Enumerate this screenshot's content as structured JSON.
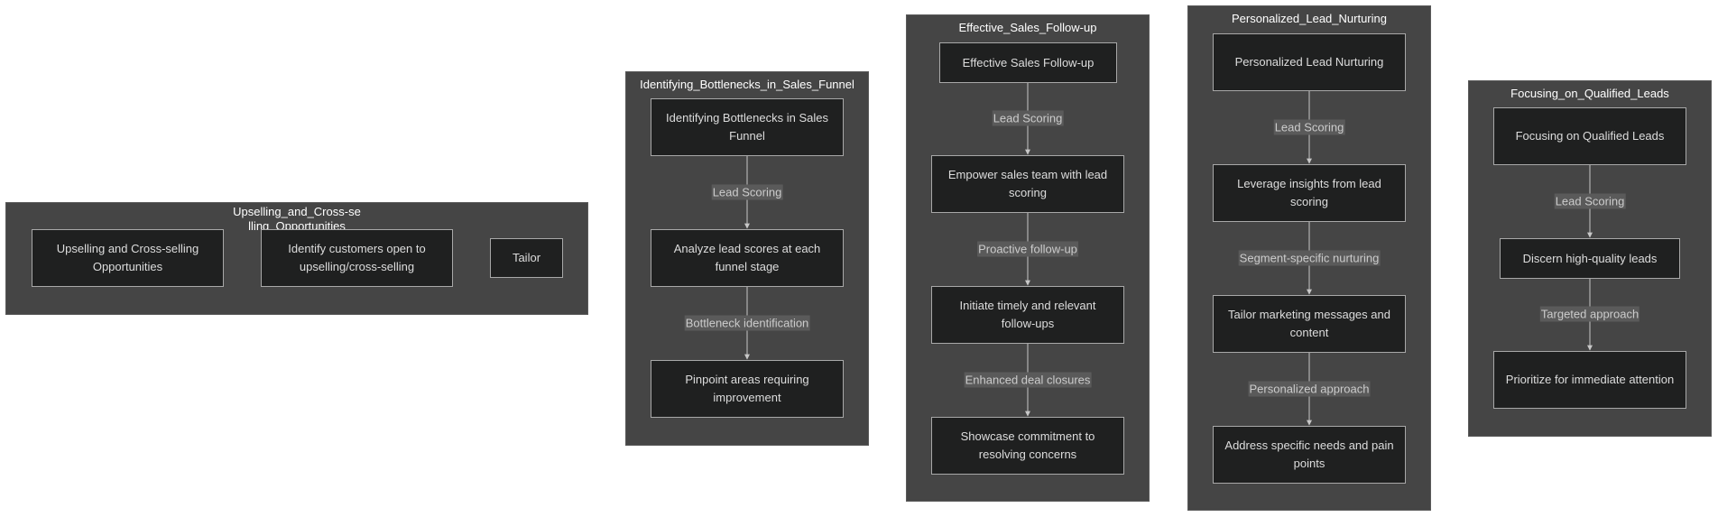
{
  "clusters": {
    "upselling": {
      "title": "Upselling_and_Cross-selling_Opportunities",
      "nodes": [
        "Upselling and Cross-selling Opportunities",
        "Identify customers open to upselling/cross-selling",
        "Tailor"
      ]
    },
    "bottlenecks": {
      "title": "Identifying_Bottlenecks_in_Sales_Funnel",
      "nodes": [
        "Identifying Bottlenecks in Sales Funnel",
        "Analyze lead scores at each funnel stage",
        "Pinpoint areas requiring improvement"
      ],
      "edges": [
        "Lead Scoring",
        "Bottleneck identification"
      ]
    },
    "followup": {
      "title": "Effective_Sales_Follow-up",
      "nodes": [
        "Effective Sales Follow-up",
        "Empower sales team with lead scoring",
        "Initiate timely and relevant follow-ups",
        "Showcase commitment to resolving concerns"
      ],
      "edges": [
        "Lead Scoring",
        "Proactive follow-up",
        "Enhanced deal closures"
      ]
    },
    "nurturing": {
      "title": "Personalized_Lead_Nurturing",
      "nodes": [
        "Personalized Lead Nurturing",
        "Leverage insights from lead scoring",
        "Tailor marketing messages and content",
        "Address specific needs and pain points"
      ],
      "edges": [
        "Lead Scoring",
        "Segment-specific nurturing",
        "Personalized approach"
      ]
    },
    "qualified": {
      "title": "Focusing_on_Qualified_Leads",
      "nodes": [
        "Focusing on Qualified Leads",
        "Discern high-quality leads",
        "Prioritize for immediate attention"
      ],
      "edges": [
        "Lead Scoring",
        "Targeted approach"
      ]
    }
  }
}
